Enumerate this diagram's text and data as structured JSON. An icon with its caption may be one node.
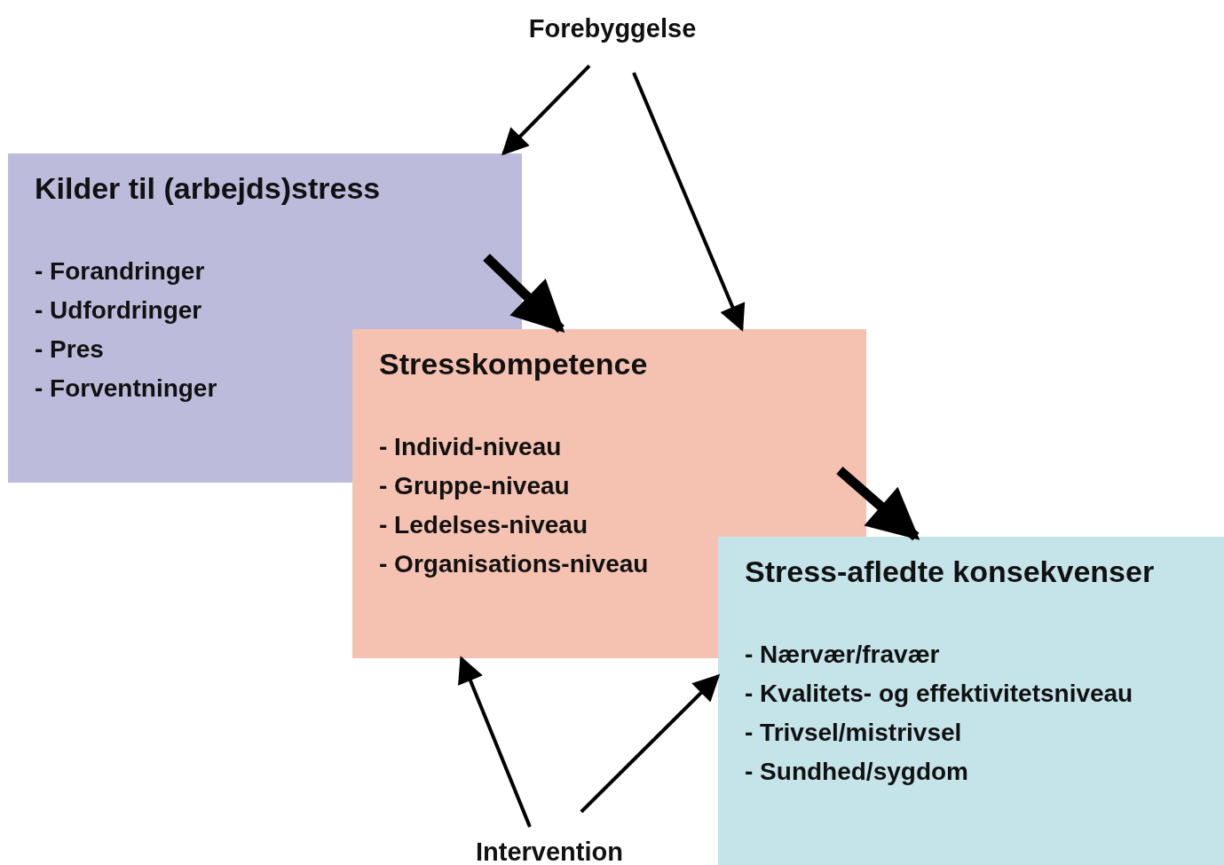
{
  "diagram": {
    "nodes": [
      {
        "text": [
          "Forebyggelse"
        ]
      },
      {
        "text": [
          "Kilder til (arbejds)stress",
          "- Forandringer",
          "- Udfordringer",
          "- Pres",
          "- Forventninger"
        ]
      },
      {
        "text": [
          "Stresskompetence",
          "- Individ-niveau",
          "- Gruppe-niveau",
          "- Ledelses-niveau",
          "- Organisations-niveau"
        ]
      },
      {
        "text": [
          "Stress-afledte konsekvenser",
          "- Nærvær/fravær",
          "- Kvalitets- og effektivitetsniveau",
          "- Trivsel/mistrivsel",
          "- Sundhed/sygdom"
        ]
      },
      {
        "text": [
          "Intervention"
        ]
      }
    ],
    "edges": [
      {
        "from": 0,
        "to": 1,
        "arrow": "to"
      },
      {
        "from": 0,
        "to": 2,
        "arrow": "to"
      },
      {
        "from": 1,
        "to": 2,
        "arrow": "to",
        "style": "thick"
      },
      {
        "from": 2,
        "to": 3,
        "arrow": "to",
        "style": "thick"
      },
      {
        "from": 4,
        "to": 2,
        "arrow": "to"
      },
      {
        "from": 4,
        "to": 3,
        "arrow": "to"
      }
    ]
  }
}
